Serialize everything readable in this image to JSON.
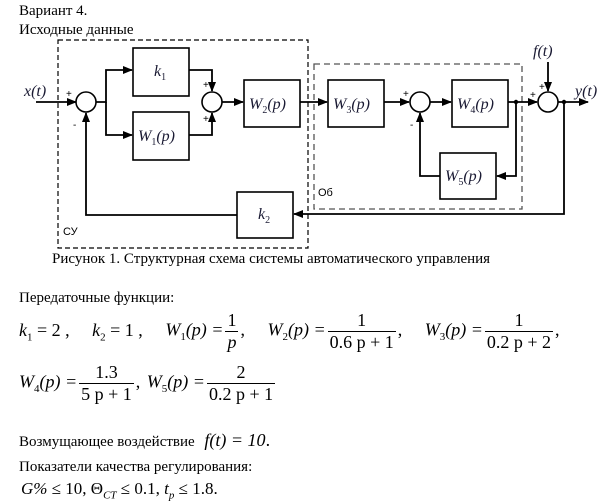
{
  "header": {
    "variant": "Вариант 4.",
    "subtitle": "Исходные данные"
  },
  "diagram": {
    "caption": "Рисунок 1. Структурная схема системы автоматического управления",
    "groups": {
      "controller": "СУ",
      "plant": "Об"
    },
    "signals": {
      "input": "x(t)",
      "output": "y(t)",
      "disturbance": "f(t)"
    },
    "blocks": {
      "k1": {
        "name": "k",
        "sub": "1"
      },
      "k2": {
        "name": "k",
        "sub": "2"
      },
      "W1": {
        "name": "W",
        "sub": "1",
        "arg": "(p)"
      },
      "W2": {
        "name": "W",
        "sub": "2",
        "arg": "(p)"
      },
      "W3": {
        "name": "W",
        "sub": "3",
        "arg": "(p)"
      },
      "W4": {
        "name": "W",
        "sub": "4",
        "arg": "(p)"
      },
      "W5": {
        "name": "W",
        "sub": "5",
        "arg": "(p)"
      }
    },
    "signs": {
      "plus": "+",
      "minus": "-"
    }
  },
  "transfer": {
    "heading": "Передаточные функции:",
    "k1": {
      "lhs": "k",
      "sub": "1",
      "rhs": "= 2 ,"
    },
    "k2": {
      "lhs": "k",
      "sub": "2",
      "rhs": "= 1 ,"
    },
    "W1": {
      "lhs": "W",
      "sub": "1",
      "arg": "(p) =",
      "num": "1",
      "den": "p",
      "tail": ","
    },
    "W2": {
      "lhs": "W",
      "sub": "2",
      "arg": "(p) =",
      "num": "1",
      "den": "0.6 p + 1",
      "tail": ","
    },
    "W3": {
      "lhs": "W",
      "sub": "3",
      "arg": "(p) =",
      "num": "1",
      "den": "0.2 p + 2",
      "tail": ","
    },
    "W4": {
      "lhs": "W",
      "sub": "4",
      "arg": "(p) =",
      "num": "1.3",
      "den": "5 p + 1",
      "tail": ","
    },
    "W5": {
      "lhs": "W",
      "sub": "5",
      "arg": "(p) =",
      "num": "2",
      "den": "0.2 p + 1",
      "tail": ""
    }
  },
  "disturbance": {
    "label": "Возмущающее воздействие",
    "formula": "f(t) = 10",
    "tail": "."
  },
  "quality": {
    "heading": "Показатели качества регулирования:",
    "overshoot": {
      "sym": "G%",
      "rel": "≤ 10",
      "tail": ","
    },
    "static_error": {
      "sym": "Θ",
      "sub": "CT",
      "rel": "≤ 0.1",
      "tail": ","
    },
    "settling_time": {
      "sym": "t",
      "sub": "p",
      "rel": "≤ 1.8",
      "tail": "."
    }
  }
}
